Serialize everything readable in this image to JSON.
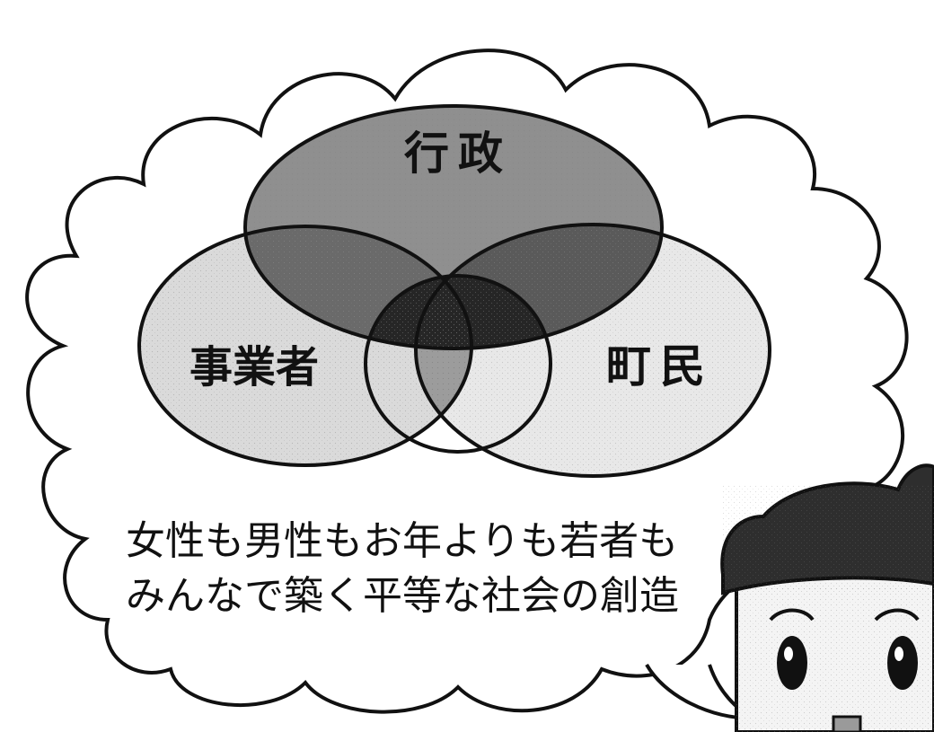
{
  "venn": {
    "sets": [
      {
        "id": "gyosei",
        "label": "行政"
      },
      {
        "id": "jigyosha",
        "label": "事業者"
      },
      {
        "id": "chomin",
        "label": "町民"
      }
    ]
  },
  "slogan": {
    "line1": "女性も男性もお年よりも若者も",
    "line2": "みんなで築く平等な社会の創造"
  },
  "colors": {
    "outline": "#111111",
    "gyosei_fill": "#8c8c8c",
    "jigyosha_fill": "#d6d6d6",
    "chomin_fill": "#e6e6e6",
    "pair_overlap": "#5a5a5a",
    "triple_overlap": "#2b2b2b",
    "mascot_hat": "#2e2e2e"
  }
}
